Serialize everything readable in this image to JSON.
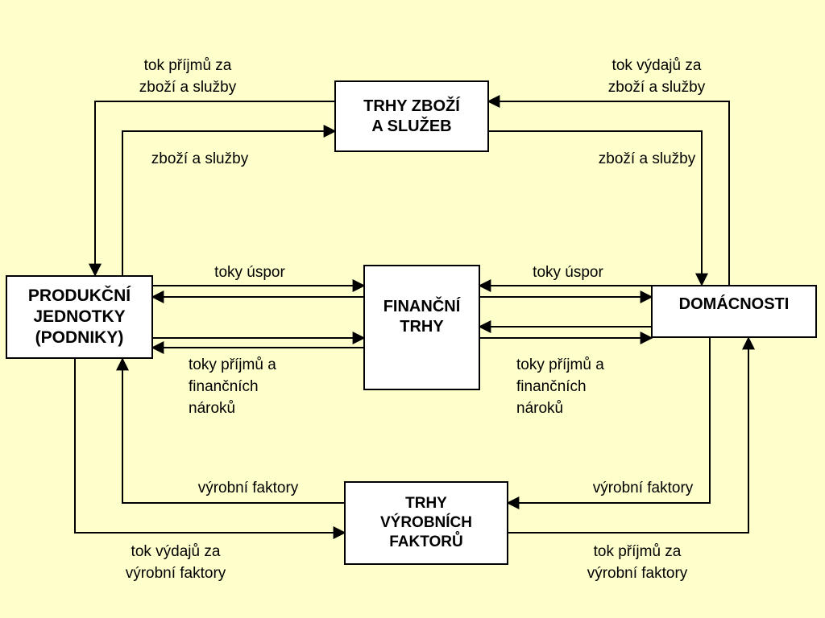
{
  "nodes": {
    "goods_market": "TRHY ZBOŽÍ\nA SLUŽEB",
    "producers": "PRODUKČNÍ\nJEDNOTKY\n(PODNIKY)",
    "financial_markets": "FINANČNÍ\nTRHY",
    "households": "DOMÁCNOSTI",
    "factor_market": "TRHY\nVÝROBNÍCH\nFAKTORŮ"
  },
  "labels": {
    "revenue_goods": "tok příjmů za\nzboží a služby",
    "spending_goods": "tok výdajů za\nzboží a služby",
    "goods_left": "zboží a služby",
    "goods_right": "zboží a služby",
    "savings_left": "toky úspor",
    "savings_right": "toky úspor",
    "fin_income_left": "toky příjmů a\nfinančních\nnároků",
    "fin_income_right": "toky příjmů a\nfinančních\nnároků",
    "factors_left": "výrobní faktory",
    "factors_right": "výrobní faktory",
    "spending_factors": "tok výdajů za\nvýrobní faktory",
    "income_factors": "tok příjmů za\nvýrobní faktory"
  },
  "colors": {
    "background": "#ffffcc",
    "box_fill": "#ffffff",
    "line": "#000000"
  }
}
